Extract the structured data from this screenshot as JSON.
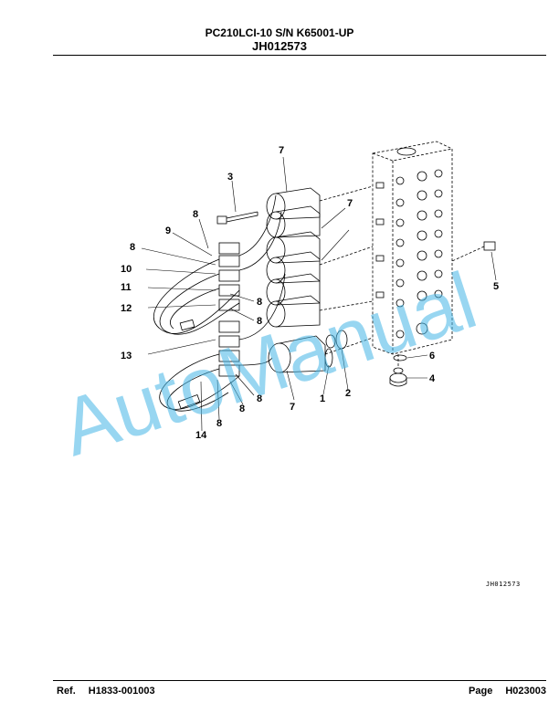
{
  "header": {
    "model": "PC210LCI-10 S/N K65001-UP",
    "code": "JH012573"
  },
  "figure": {
    "id": "JH012573",
    "callouts": {
      "c7a": "7",
      "c7b": "7",
      "c7c": "7",
      "c3": "3",
      "c8a": "8",
      "c9": "9",
      "c8b": "8",
      "c10": "10",
      "c11": "11",
      "c12": "12",
      "c8c": "8",
      "c8d": "8",
      "c13": "13",
      "c8e": "8",
      "c8f": "8",
      "c8g": "8",
      "c14": "14",
      "c1": "1",
      "c2": "2",
      "c6": "6",
      "c4": "4",
      "c5": "5"
    }
  },
  "watermark": "AutoManual",
  "footer": {
    "ref_label": "Ref.",
    "ref_value": "H1833-001003",
    "page_label": "Page",
    "page_value": "H023003"
  }
}
